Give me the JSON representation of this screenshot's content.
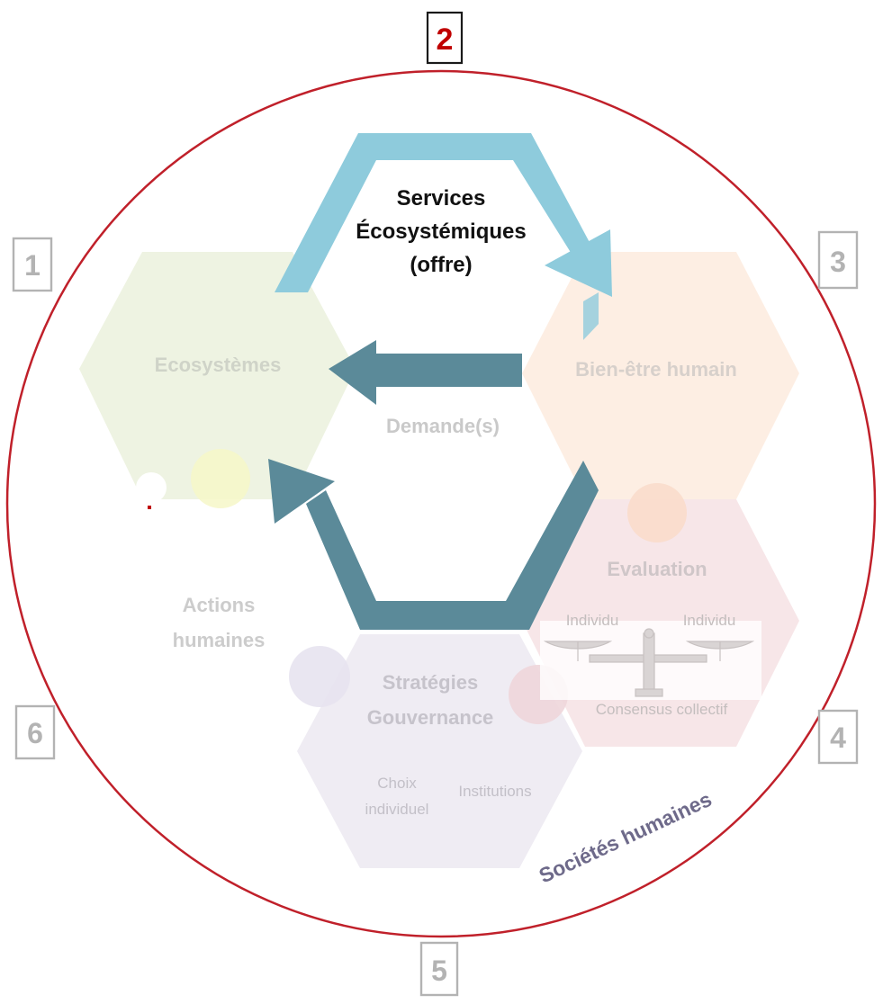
{
  "steps": {
    "one": "1",
    "two": "2",
    "three": "3",
    "four": "4",
    "five": "5",
    "six": "6"
  },
  "hexagons": {
    "ecosystems": "Ecosystèmes",
    "wellbeing": "Bien-être humain",
    "evaluation": "Evaluation",
    "strategies_line1": "Stratégies",
    "strategies_line2": "Gouvernance"
  },
  "services": {
    "line1": "Services",
    "line2": "Écosystémiques",
    "line3": "(offre)"
  },
  "demand": "Demande(s)",
  "actions": {
    "line1": "Actions",
    "line2": "humaines"
  },
  "evaluation_details": {
    "left": "Individu",
    "right": "Individu",
    "consensus": "Consensus collectif"
  },
  "governance_details": {
    "choice_line1": "Choix",
    "choice_line2": "individuel",
    "institutions": "Institutions"
  },
  "societies": "Sociétés humaines",
  "colors": {
    "circle": "#c0202a",
    "step_highlight": "#c00000",
    "step_muted": "#b3b3b3",
    "services_arrow": "#8ecbdc",
    "demand_arrow": "#5b8a99",
    "hex_ecosystems": "#eef3e2",
    "hex_wellbeing": "#fdeee3",
    "hex_evaluation": "#f7e6e8",
    "hex_strategies": "#efecf3",
    "societies_text": "#6e6a8a"
  }
}
